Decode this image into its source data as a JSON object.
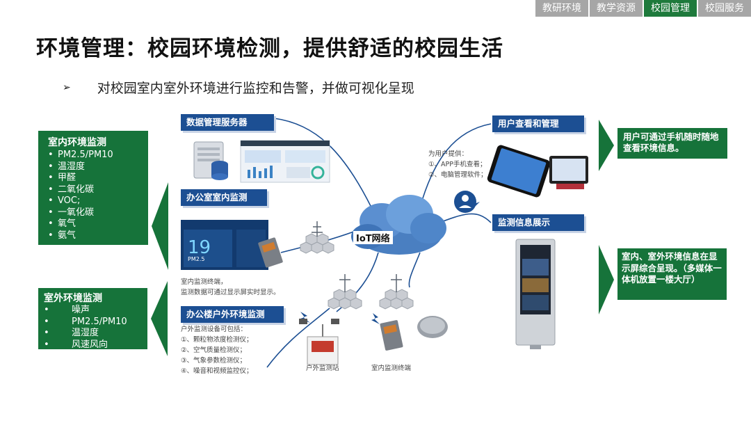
{
  "nav": {
    "tabs": [
      "教研环境",
      "教学资源",
      "校园管理",
      "校园服务"
    ],
    "active_index": 2
  },
  "title": "环境管理：校园环境检测，提供舒适的校园生活",
  "subtitle": {
    "bullet": "➢",
    "text": "对校园室内室外环境进行监控和告警，并做可视化呈现"
  },
  "indoor_box": {
    "title": "室内环境监测",
    "items": [
      "PM2.5/PM10",
      "温湿度",
      "甲醛",
      "二氧化碳",
      "VOC;",
      "一氧化碳",
      "氧气",
      "氨气"
    ]
  },
  "outdoor_box": {
    "title": "室外环境监测",
    "items": [
      "噪声",
      "PM2.5/PM10",
      "温湿度",
      "风速风向"
    ]
  },
  "right_box_top": {
    "text": "用户可通过手机随时随地查看环境信息。"
  },
  "right_box_bottom": {
    "text": "室内、室外环境信息在显示屏综合呈现。（多媒体一体机放置一楼大厅）"
  },
  "diagram": {
    "server_header": "数据管理服务器",
    "office_indoor_header": "办公室室内监测",
    "outdoor_header": "办公楼户外环境监测",
    "user_header": "用户查看和管理",
    "display_header": "监测信息展示",
    "iot_label": "IoT网络",
    "user_provide": [
      "为用户提供：",
      "①、APP手机查看；",
      "②、电脑管理软件；"
    ],
    "indoor_terminal_desc": [
      "室内监测终端，",
      "监测数据可通过显示屏实时显示。"
    ],
    "outdoor_devices": [
      "户外监测设备可包括：",
      "①、颗粒物浓度检测仪；",
      "②、空气质量检测仪；",
      "③、气象参数检测仪；",
      "④、噪音和视频监控仪；"
    ],
    "outdoor_station_label": "户外监测站",
    "indoor_terminal_label": "室内监测终端",
    "panel_reading": "19",
    "panel_unit": "PM2.5"
  },
  "colors": {
    "green": "#16733a",
    "blue_header": "#1c4f93",
    "tab_gray": "#a6a6a6"
  }
}
